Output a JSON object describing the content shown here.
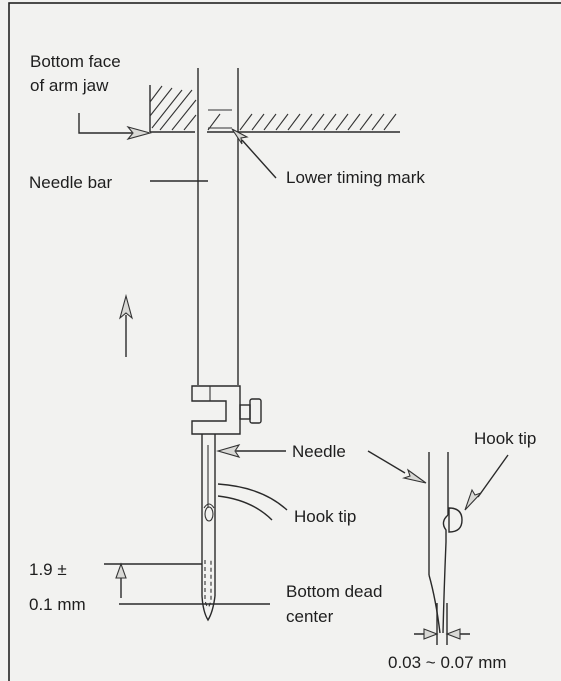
{
  "labels": {
    "bottom_face_line1": "Bottom face",
    "bottom_face_line2": "of arm jaw",
    "needle_bar": "Needle bar",
    "lower_timing_mark": "Lower timing mark",
    "needle": "Needle",
    "hook_tip_main": "Hook tip",
    "hook_tip_detail": "Hook tip",
    "tolerance_line1": "1.9 ±",
    "tolerance_line2": "0.1 mm",
    "bdc_line1": "Bottom dead",
    "bdc_line2": "center",
    "clearance": "0.03 ~ 0.07 mm"
  }
}
